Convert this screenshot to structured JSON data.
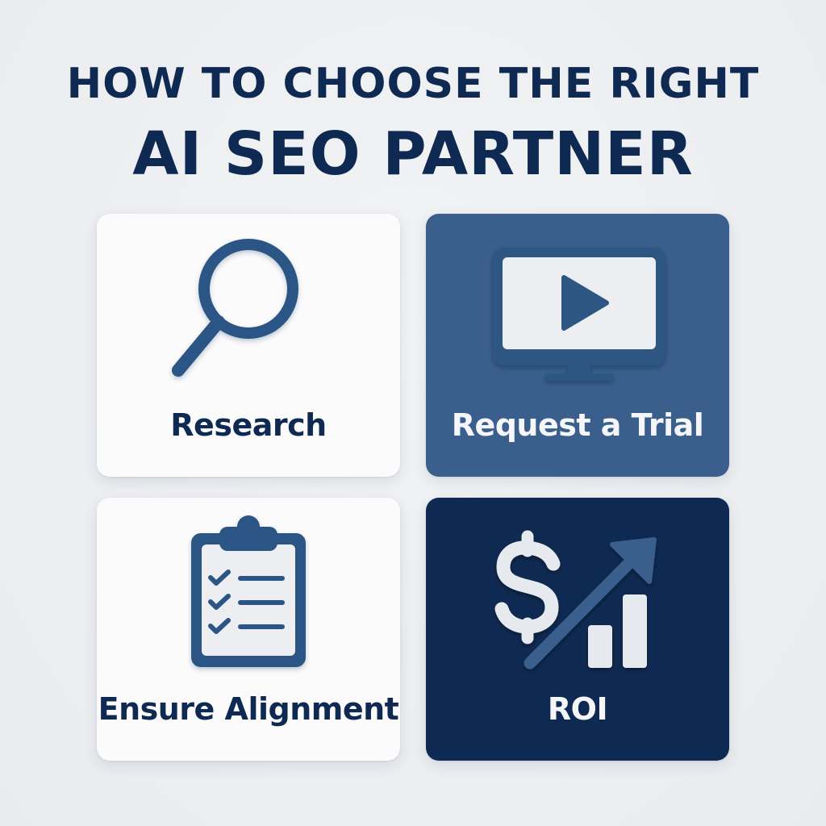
{
  "header": {
    "title_line_1": "HOW TO CHOOSE THE RIGHT",
    "title_line_2": "AI SEO PARTNER"
  },
  "cards": [
    {
      "label": "Research",
      "icon": "magnifying-glass-icon"
    },
    {
      "label": "Request a Trial",
      "icon": "monitor-play-icon"
    },
    {
      "label": "Ensure Alignment",
      "icon": "clipboard-checklist-icon"
    },
    {
      "label": "ROI",
      "icon": "dollar-growth-chart-icon"
    }
  ],
  "colors": {
    "navy": "#0f2a52",
    "mid_blue": "#3a5f8c",
    "card_white": "#fbfbfc",
    "background": "#eceef1"
  }
}
